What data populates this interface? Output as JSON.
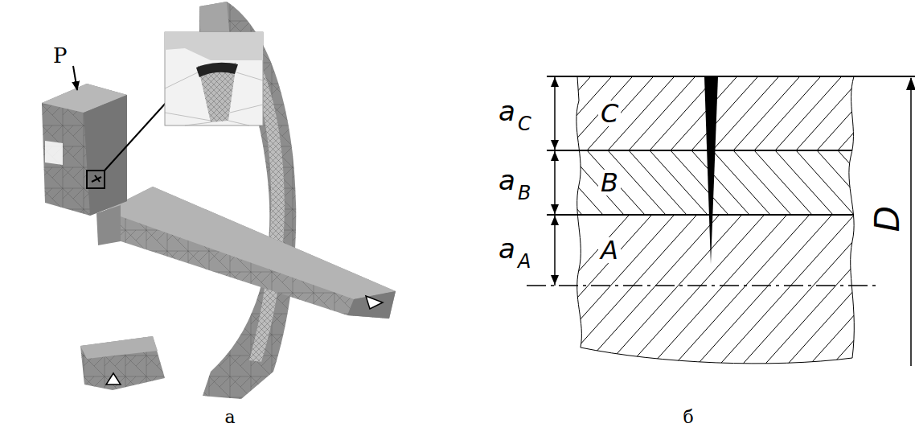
{
  "diagram": {
    "nodes": [
      {
        "text": [
          "C"
        ]
      },
      {
        "text": [
          "B"
        ]
      },
      {
        "text": [
          "A"
        ]
      }
    ],
    "labels": [
      "P",
      "a",
      "C",
      "a",
      "B",
      "a",
      "A",
      "D",
      "а",
      "б"
    ]
  }
}
